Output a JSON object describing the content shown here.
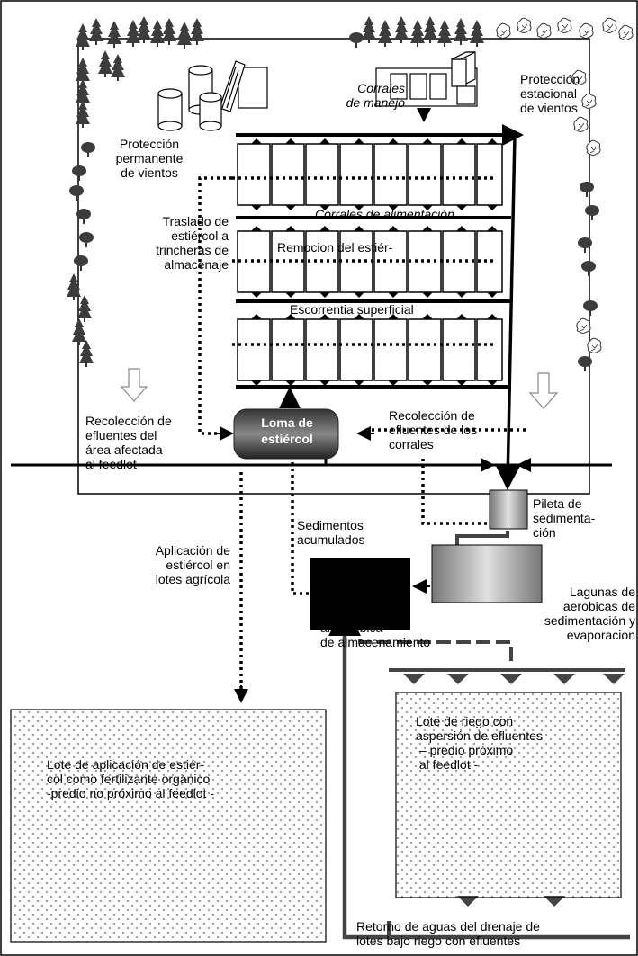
{
  "labels": {
    "corrales_manejo": "Corrales\nde manejo",
    "proteccion_estacional": "Protección\nestacional\nde vientos",
    "proteccion_permanente": "Protección\npermanente\nde vientos",
    "corrales_alimentacion": "Corrales de alimentación",
    "traslado": "Traslado de\nestiércol a\ntrincheras de\nalmacenaje",
    "remocion": "Remocion del estiér-",
    "escorrentia": "Escorrentia superficial",
    "recoleccion_area": "Recolección de\nefluentes del\nárea afectada\nal feedlot",
    "loma": "Loma de\nestiércol",
    "recoleccion_corrales": "Recolección de\nefluentes de los\ncorrales",
    "pileta": "Pileta de\nsedimenta-\nción",
    "sedimentos": "Sedimentos\nacumulados",
    "aplicacion": "Aplicación de\nestiércol en\nlotes agrícola",
    "lagunas_aerobicas": "Lagunas de\naerobicas de\nsedimentación y\nevaporacion",
    "laguna_anaerobica": "Laguna\nanaerobica\nde almacenamiento",
    "lote_aplicacion": "Lote de aplicación de estiér-\ncol como fertilizante orgánico\n-predio no próximo al feedlot -",
    "lote_riego": "Lote de riego con\naspersión de efluentes\n – predio próximo\n al feedlot -",
    "retorno": "Retorno de aguas del drenaje de\nlotes bajo riego con efluentes"
  }
}
